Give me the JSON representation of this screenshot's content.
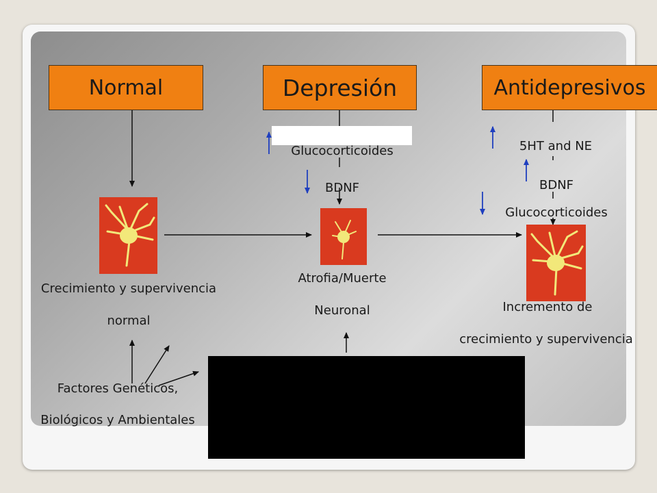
{
  "headers": {
    "normal": "Normal",
    "depresion": "Depresión",
    "antidepresivos": "Antidepresivos"
  },
  "depression_factors": {
    "glucocorticoides": "Glucocorticoides",
    "bdnf": "BDNF"
  },
  "antidepressant_factors": {
    "serotonin": "5HT and NE",
    "bdnf": "BDNF",
    "glucocorticoides": "Glucocorticoides"
  },
  "outcomes": {
    "normal_line1": "Crecimiento y supervivencia",
    "normal_line2": "normal",
    "depression_line1": "Atrofia/Muerte",
    "depression_line2": "Neuronal",
    "antidepressant_line1": "Incremento de",
    "antidepressant_line2": "crecimiento y supervivencia"
  },
  "factors": {
    "line1": "Factores Genéticos,",
    "line2": "Biológicos y Ambientales"
  },
  "colors": {
    "header_fill": "#f08012",
    "up_arrow": "#1f3fbf",
    "neuron_bg": "#d93a1f",
    "neuron_body": "#f2e87a"
  }
}
